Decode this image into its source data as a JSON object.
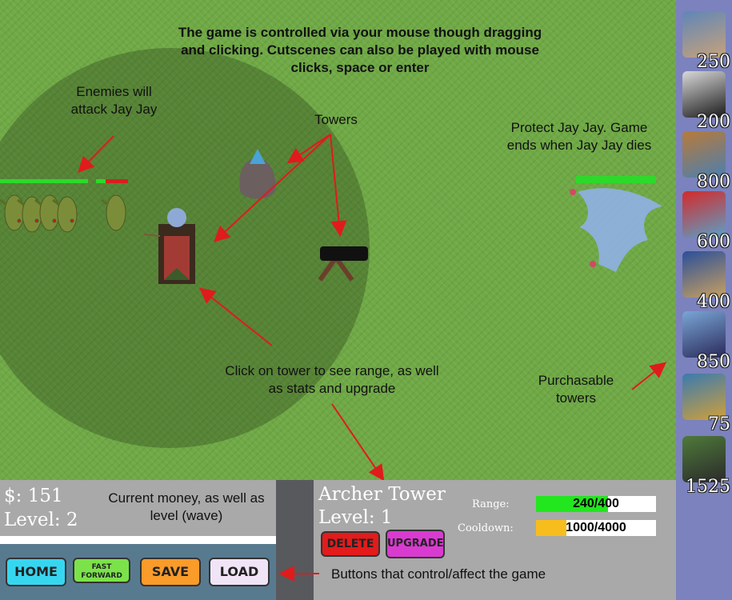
{
  "annotations": {
    "controls": "The game is controlled via your mouse though dragging and clicking. Cutscenes can also be played with mouse clicks, space or enter",
    "enemies": "Enemies will attack Jay Jay",
    "towers": "Towers",
    "protect": "Protect Jay Jay. Game ends when Jay Jay dies",
    "click_tower": "Click on tower to see range, as well as stats and upgrade",
    "purchasable": "Purchasable towers",
    "money_note": "Current money, as well as level (wave)",
    "buttons_note": "Buttons that control/affect the game"
  },
  "status": {
    "money": "$: 151",
    "level": "Level: 2"
  },
  "buttons": {
    "home": "HOME",
    "fast_forward": "FAST FORWARD",
    "save": "SAVE",
    "load": "LOAD"
  },
  "tower": {
    "name": "Archer Tower",
    "level": "Level: 1",
    "delete": "DELETE",
    "upgrade": "UPGRADE",
    "range_label": "Range:",
    "range_text": "240/400",
    "range_fraction": 0.6,
    "cooldown_label": "Cooldown:",
    "cooldown_text": "1000/4000",
    "cooldown_fraction": 0.25
  },
  "shop": {
    "prices": [
      "250",
      "200",
      "800",
      "600",
      "400",
      "850",
      "75",
      "1525"
    ]
  },
  "colors": {
    "range_fill": "#22e61e",
    "cooldown_fill": "#f7bd1c",
    "hp_green": "#2dd92a",
    "hp_red": "#d81f1f",
    "shop_bg": "#7b82bd"
  }
}
